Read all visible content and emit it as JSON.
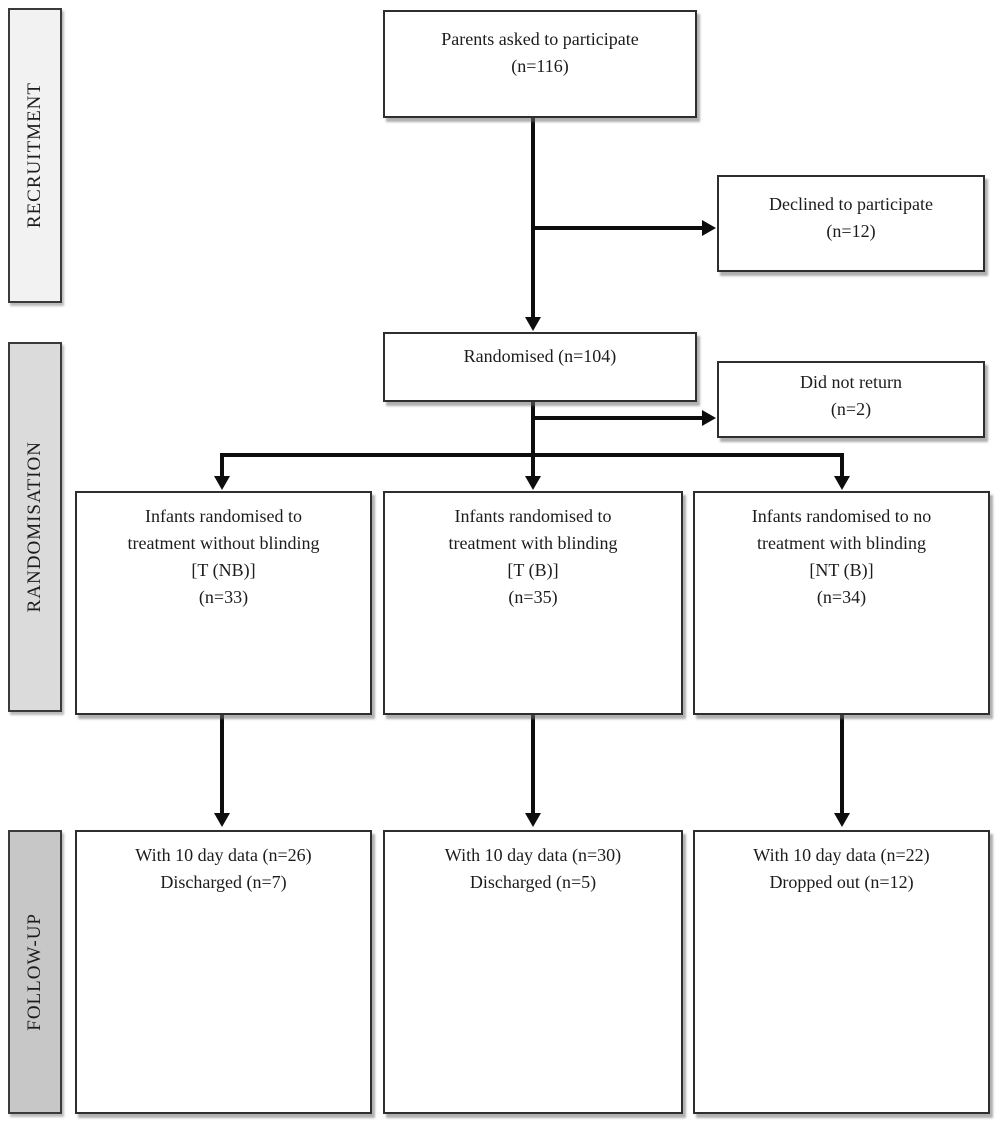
{
  "stages": [
    {
      "label": "RECRUITMENT"
    },
    {
      "label": "RANDOMISATION"
    },
    {
      "label": "FOLLOW-UP"
    }
  ],
  "boxes": {
    "parents": {
      "lines": [
        "Parents asked to participate",
        "(n=116)"
      ]
    },
    "declined": {
      "lines": [
        "Declined to participate",
        "(n=12)"
      ]
    },
    "randomised": {
      "lines": [
        "Randomised (n=104)"
      ]
    },
    "did_not_return": {
      "lines": [
        "Did not return",
        "(n=2)"
      ]
    },
    "arm_t_nb": {
      "lines": [
        "Infants randomised to",
        "treatment without blinding",
        "[T (NB)]",
        "(n=33)"
      ]
    },
    "arm_t_b": {
      "lines": [
        "Infants randomised to",
        "treatment with blinding",
        "[T (B)]",
        "(n=35)"
      ]
    },
    "arm_nt_b": {
      "lines": [
        "Infants randomised to no",
        "treatment with blinding",
        "[NT (B)]",
        "(n=34)"
      ]
    },
    "followup_t_nb": {
      "lines": [
        "With 10 day data (n=26)",
        "Discharged (n=7)"
      ]
    },
    "followup_t_b": {
      "lines": [
        "With 10 day data (n=30)",
        "Discharged (n=5)"
      ]
    },
    "followup_nt_b": {
      "lines": [
        "With 10 day data (n=22)",
        "Dropped out (n=12)"
      ]
    }
  },
  "colors": {
    "stage_recruitment_bg": "#f2f2f2",
    "stage_randomisation_bg": "#dbdbdb",
    "stage_followup_bg": "#c7c7c7",
    "box_border": "#2e2e2e",
    "connector": "#0d0d0d"
  }
}
